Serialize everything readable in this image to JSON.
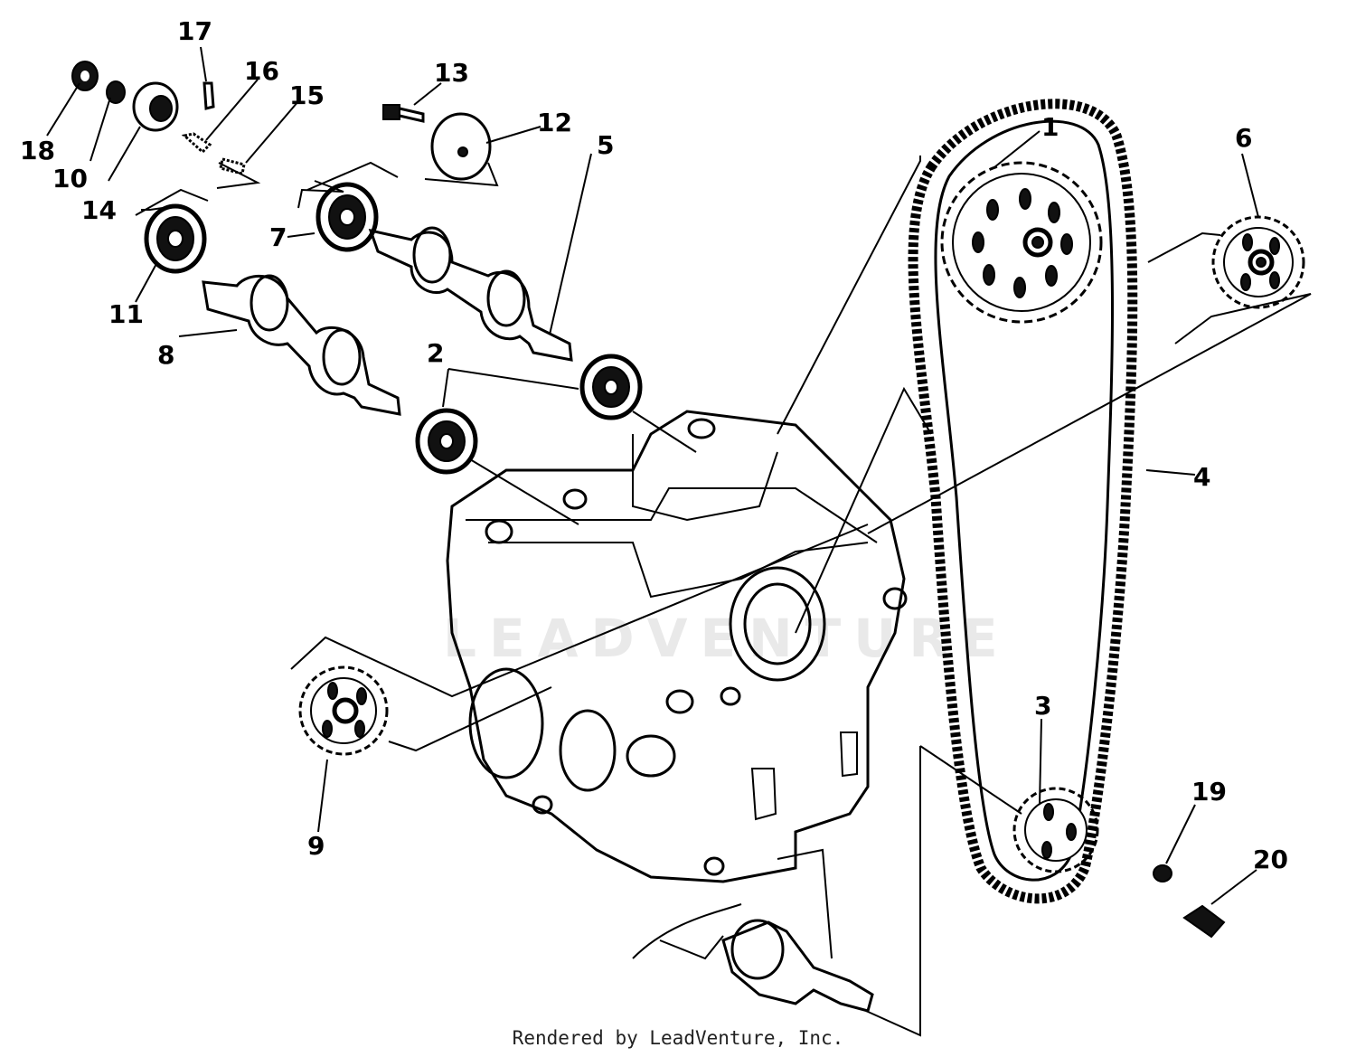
{
  "watermark_text": "LEADVENTURE",
  "footer_credit": "Rendered by LeadVenture, Inc.",
  "callouts": {
    "c1": "1",
    "c2": "2",
    "c3": "3",
    "c4": "4",
    "c5": "5",
    "c6": "6",
    "c7": "7",
    "c8": "8",
    "c9": "9",
    "c10": "10",
    "c11": "11",
    "c12": "12",
    "c13": "13",
    "c14": "14",
    "c15": "15",
    "c16": "16",
    "c17": "17",
    "c18": "18",
    "c19": "19",
    "c20": "20"
  }
}
